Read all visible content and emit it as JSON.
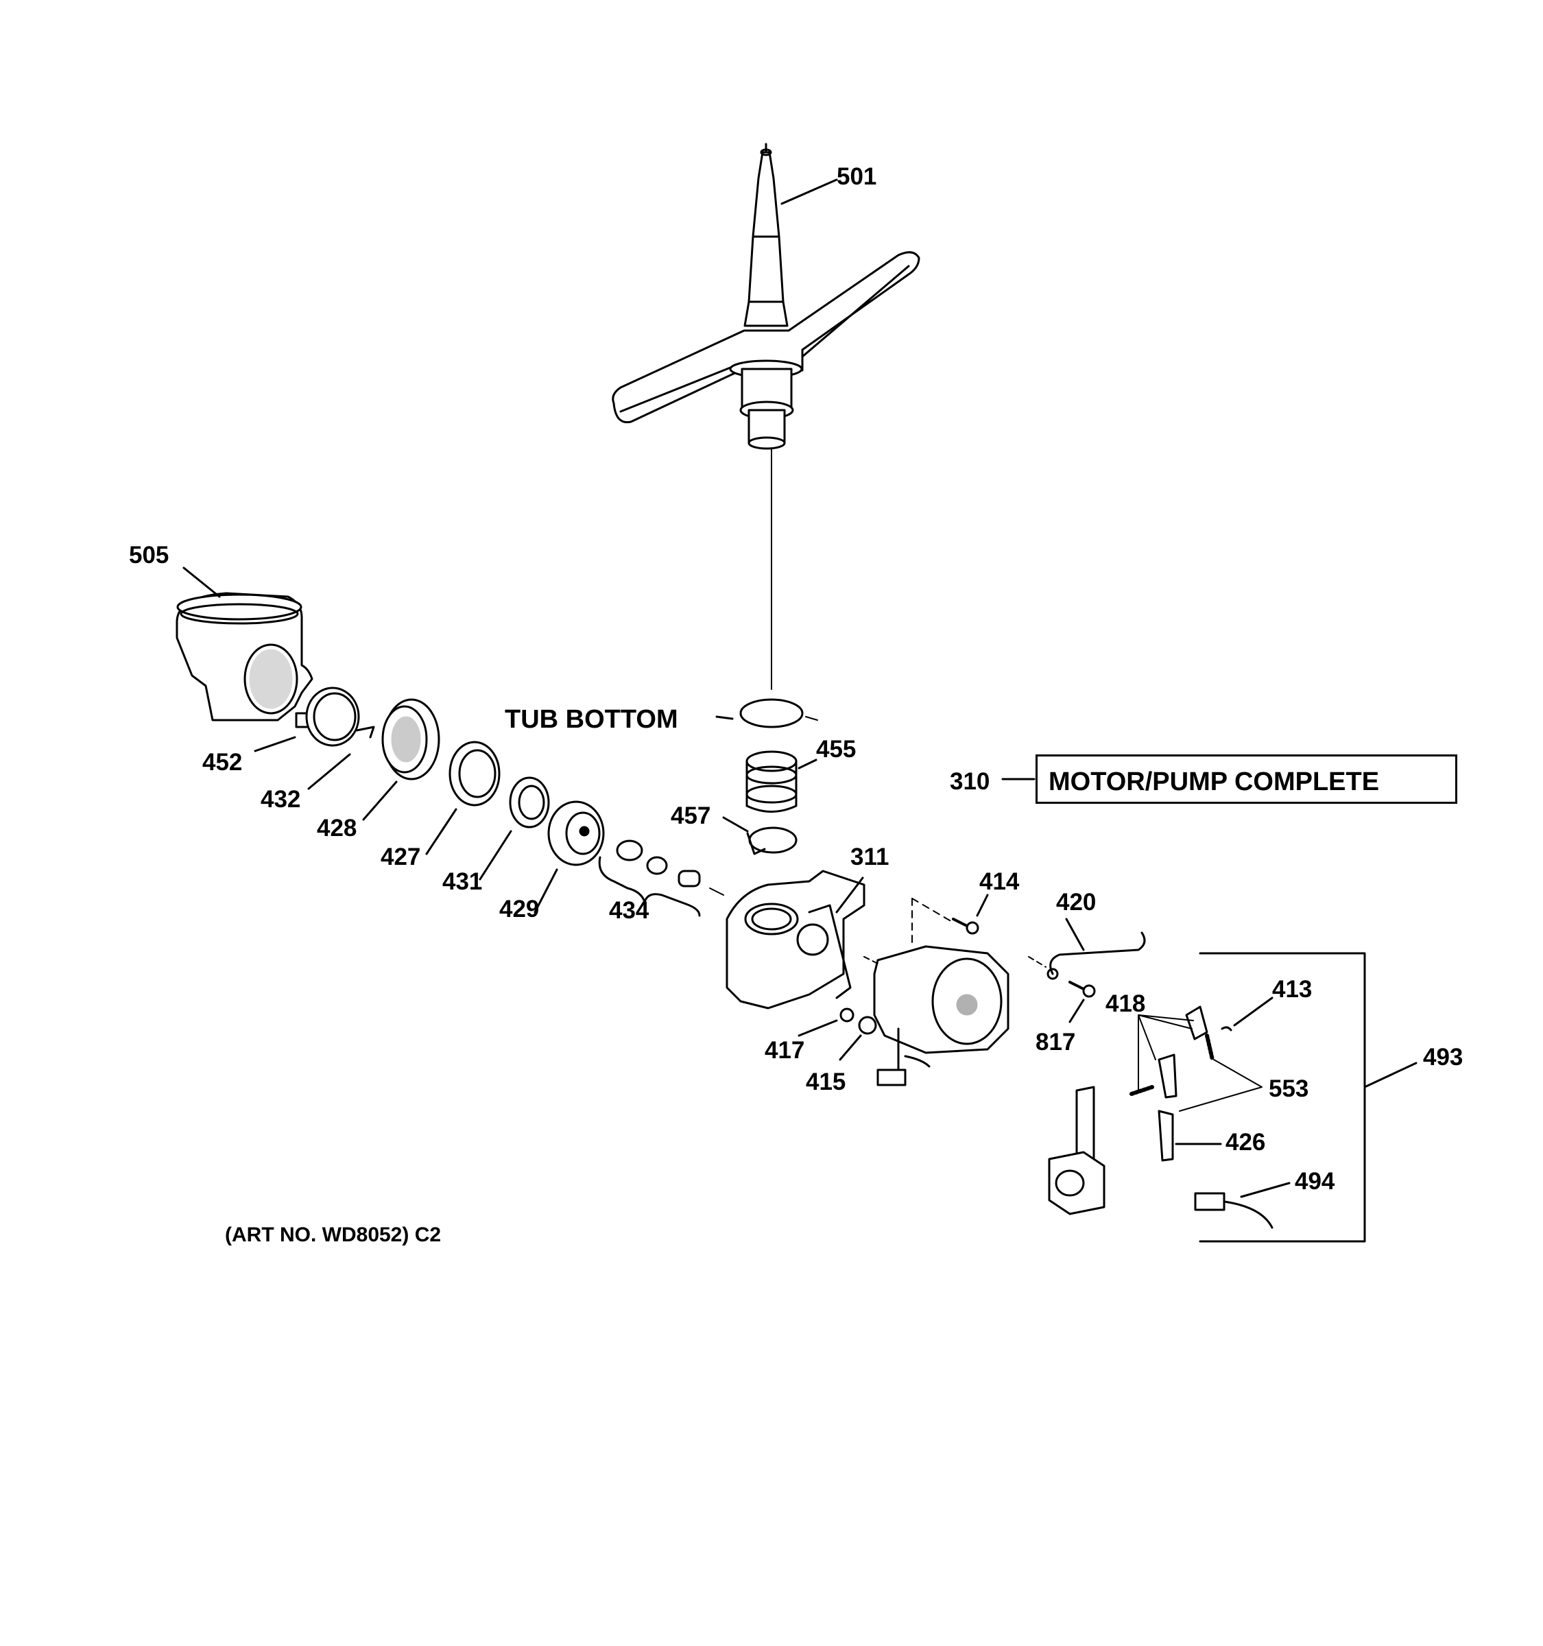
{
  "diagram": {
    "labels": {
      "p501": "501",
      "p505": "505",
      "p452": "452",
      "p432": "432",
      "p428": "428",
      "p427": "427",
      "p431": "431",
      "p429": "429",
      "p434": "434",
      "p455": "455",
      "p457": "457",
      "p311": "311",
      "p310": "310",
      "p414": "414",
      "p420": "420",
      "p417": "417",
      "p415": "415",
      "p817": "817",
      "p418": "418",
      "p413": "413",
      "p553": "553",
      "p426": "426",
      "p494": "494",
      "p493": "493"
    },
    "tub_bottom": "TUB BOTTOM",
    "motor_pump_complete": "MOTOR/PUMP COMPLETE",
    "art_number": "(ART NO. WD8052) C2"
  }
}
